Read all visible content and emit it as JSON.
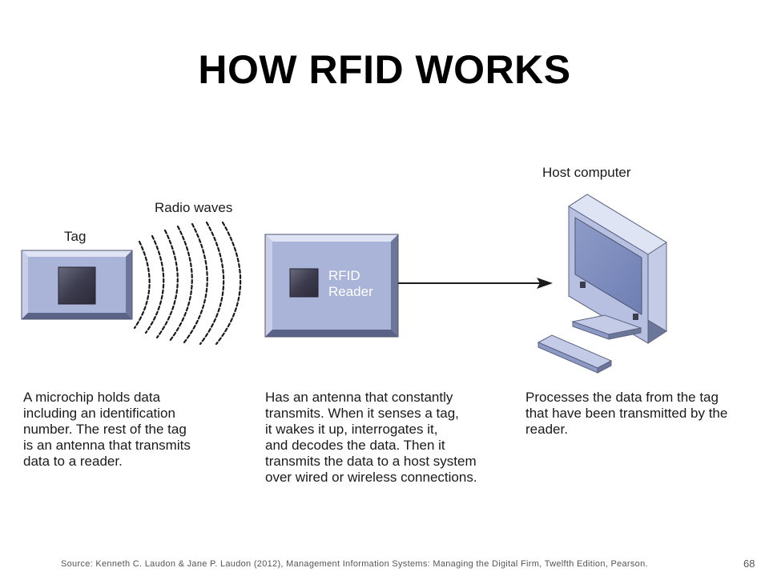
{
  "title": "HOW RFID WORKS",
  "labels": {
    "radio_waves": "Radio waves",
    "tag": "Tag",
    "host_computer": "Host computer"
  },
  "reader": {
    "line1": "RFID",
    "line2": "Reader"
  },
  "descriptions": {
    "tag": [
      "A microchip holds data",
      "including an identification",
      "number. The rest of the tag",
      "is an antenna that transmits",
      "data to a reader."
    ],
    "reader": [
      "Has an antenna that constantly",
      "transmits. When it senses a tag,",
      "it wakes it up, interrogates it,",
      "and decodes the data. Then it",
      "transmits the data to a host system",
      "over wired or wireless connections."
    ],
    "host": [
      "Processes the data from the tag",
      "that have been transmitted by the",
      "reader."
    ]
  },
  "footer": {
    "source": "Source: Kenneth C. Laudon & Jane P. Laudon (2012), Management Information  Systems: Managing the Digital Firm, Twelfth  Edition, Pearson.",
    "page_number": "68"
  },
  "colors": {
    "panel_fill": "#a9b4d8",
    "panel_border": "#5c6482",
    "chip": "#4a4a5e",
    "screen": "#7f8fbf"
  }
}
